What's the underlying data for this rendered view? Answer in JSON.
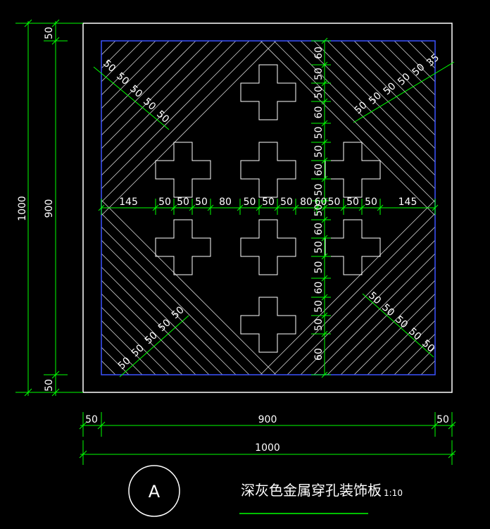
{
  "drawing": {
    "left_dims": {
      "overall": "1000",
      "inner": "900",
      "top_border": "50",
      "bottom_border": "50"
    },
    "bottom_dims": {
      "overall": "1000",
      "inner": "900",
      "left_border": "50",
      "right_border": "50"
    },
    "horizontal_dims": [
      "145",
      "50",
      "50",
      "50",
      "80",
      "50",
      "50",
      "50",
      "80",
      "60",
      "50",
      "50",
      "50",
      "145"
    ],
    "vertical_dims": [
      "60",
      "50",
      "50",
      "60",
      "50",
      "50",
      "60",
      "50",
      "50",
      "60",
      "50",
      "50",
      "60",
      "50",
      "50",
      "60"
    ],
    "diag_top_left": [
      "50",
      "50",
      "50",
      "50",
      "50"
    ],
    "diag_top_right": [
      "50",
      "50",
      "50",
      "50",
      "50",
      "35"
    ],
    "diag_bottom_left": [
      "50",
      "50",
      "50",
      "50",
      "50"
    ],
    "diag_bottom_right": [
      "50",
      "50",
      "50",
      "50",
      "50"
    ],
    "label_letter": "A",
    "title": "深灰色金属穿孔装饰板",
    "scale": "1:10"
  },
  "colors": {
    "background": "#000000",
    "outline": "#ffffff",
    "inner_border": "#3a53ff",
    "dimension": "#00ff00",
    "hatch": "#cccccc"
  }
}
